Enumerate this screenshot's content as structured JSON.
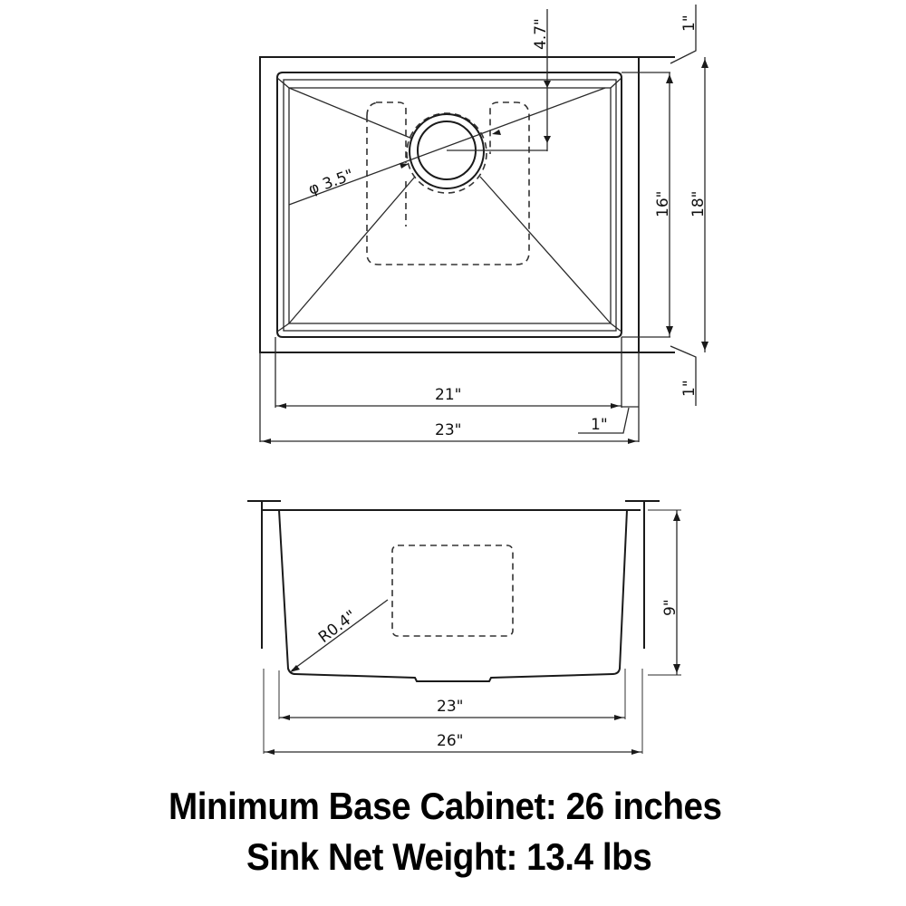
{
  "top_view": {
    "drain_diameter": "φ 3.5\"",
    "drain_offset": "4.7\"",
    "rim_top": "1\"",
    "rim_bottom": "1\"",
    "rim_side": "1\"",
    "inner_width": "21\"",
    "outer_width": "23\"",
    "inner_depth": "16\"",
    "outer_depth": "18\""
  },
  "side_view": {
    "corner_radius": "R0.4\"",
    "height": "9\"",
    "bottom_width": "23\"",
    "overall_width": "26\""
  },
  "specs": {
    "min_cabinet": "Minimum Base Cabinet: 26 inches",
    "net_weight": "Sink Net Weight: 13.4 lbs"
  },
  "colors": {
    "line": "#1a1a1a",
    "background": "#ffffff"
  }
}
